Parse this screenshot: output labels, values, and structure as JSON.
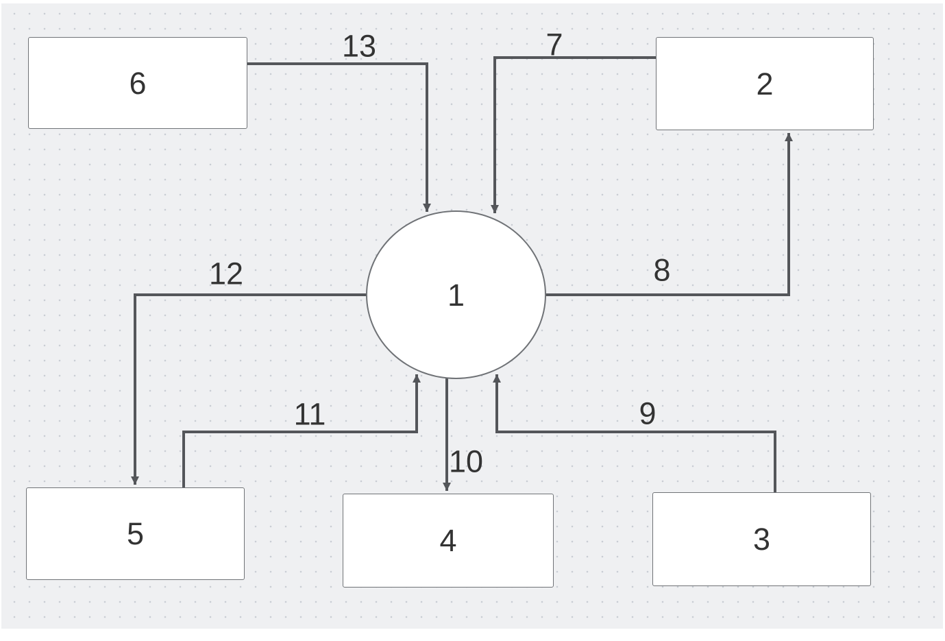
{
  "theme": {
    "page_bg": "#ffffff",
    "canvas_bg": "#eff0f2",
    "dot_color": "#c9cdd4",
    "line_color": "#54565a",
    "node_fill": "#ffffff",
    "node_border": "#6f7276",
    "text_color": "#333333"
  },
  "nodes": [
    {
      "id": "1",
      "shape": "circle",
      "label": "1"
    },
    {
      "id": "2",
      "shape": "rectangle",
      "label": "2"
    },
    {
      "id": "3",
      "shape": "rectangle",
      "label": "3"
    },
    {
      "id": "4",
      "shape": "rectangle",
      "label": "4"
    },
    {
      "id": "5",
      "shape": "rectangle",
      "label": "5"
    },
    {
      "id": "6",
      "shape": "rectangle",
      "label": "6"
    }
  ],
  "edges": [
    {
      "label": "7",
      "from": "2",
      "to": "1",
      "direction": "into circle top"
    },
    {
      "label": "8",
      "from": "1",
      "to": "2",
      "direction": "into box 2 bottom"
    },
    {
      "label": "9",
      "from": "3",
      "to": "1",
      "direction": "into circle bottom"
    },
    {
      "label": "10",
      "from": "1",
      "to": "4",
      "direction": "into box 4 top"
    },
    {
      "label": "11",
      "from": "5",
      "to": "1",
      "direction": "into circle bottom"
    },
    {
      "label": "12",
      "from": "1",
      "to": "5",
      "direction": "into box 5 top"
    },
    {
      "label": "13",
      "from": "6",
      "to": "1",
      "direction": "into circle top"
    }
  ]
}
